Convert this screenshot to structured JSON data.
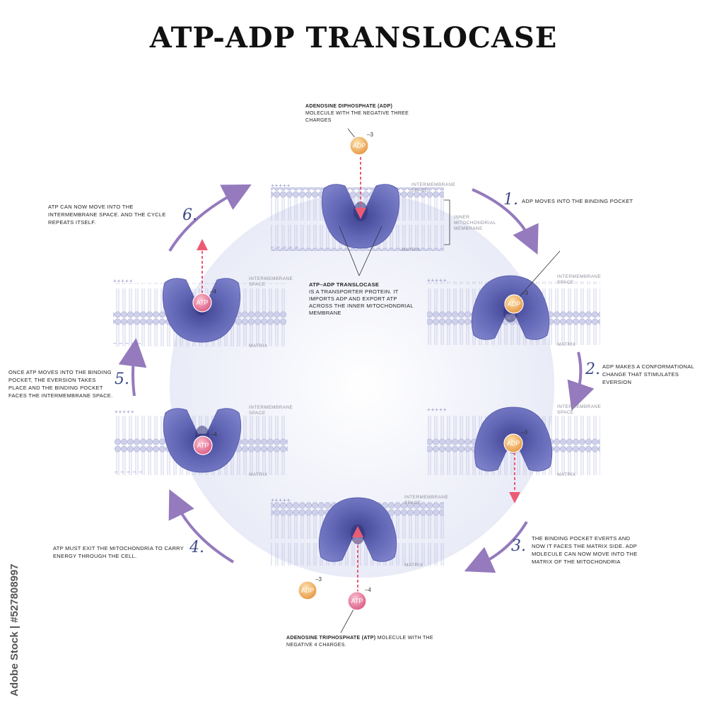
{
  "title": "ATP-ADP TRANSLOCASE",
  "watermark": "Adobe Stock | #527808997",
  "membrane_labels": {
    "intermembrane": "Intermembrane space",
    "matrix": "Matrix",
    "inner_membrane": "Inner mitochondrial membrane",
    "plus": "+++++",
    "minus": "– – – – –"
  },
  "molecules": {
    "adp": "ADP",
    "atp": "ATP",
    "adp_charge": "–3",
    "atp_charge": "–4"
  },
  "captions": {
    "adp_bold": "Adenosine diphosphate (ADP)",
    "adp_rest": " molecule with the negative three charges",
    "atp_bold": "Adenosine triphosphate (ATP)",
    "atp_rest": " molecule with the negative 4 charges.",
    "center_bold": "ATP–ADP translocase",
    "center_rest": "is a transporter protein. It imports ADP and export ATP across the inner mitochondrial membrane"
  },
  "steps": [
    {
      "num": "1.",
      "text": "ADP moves into the binding pocket"
    },
    {
      "num": "2.",
      "text": "ADP makes a conformational change that stimulates eversion"
    },
    {
      "num": "3.",
      "text": "The binding pocket everts and now it faces the matrix side. ADP molecule can now move into the Matrix of the mitochondria"
    },
    {
      "num": "4.",
      "text": "ATP must exit the mitochondria to carry energy through the cell."
    },
    {
      "num": "5.",
      "text": "Once ATP moves into the binding pocket, the eversion takes place and the binding pocket faces the intermembrane space."
    },
    {
      "num": "6.",
      "text": "ATP can now move into the intermembrane space. And the cycle repeats itself."
    }
  ],
  "colors": {
    "protein": "#6f74c0",
    "protein_dark": "#4e529a",
    "lipid_head": "#c9cbe6",
    "adp": "#f0b065",
    "atp": "#e67a9a",
    "arrow": "#8a6cb6",
    "dashed_arrow": "#ec5b74",
    "center_circle": "#eef0f9"
  }
}
